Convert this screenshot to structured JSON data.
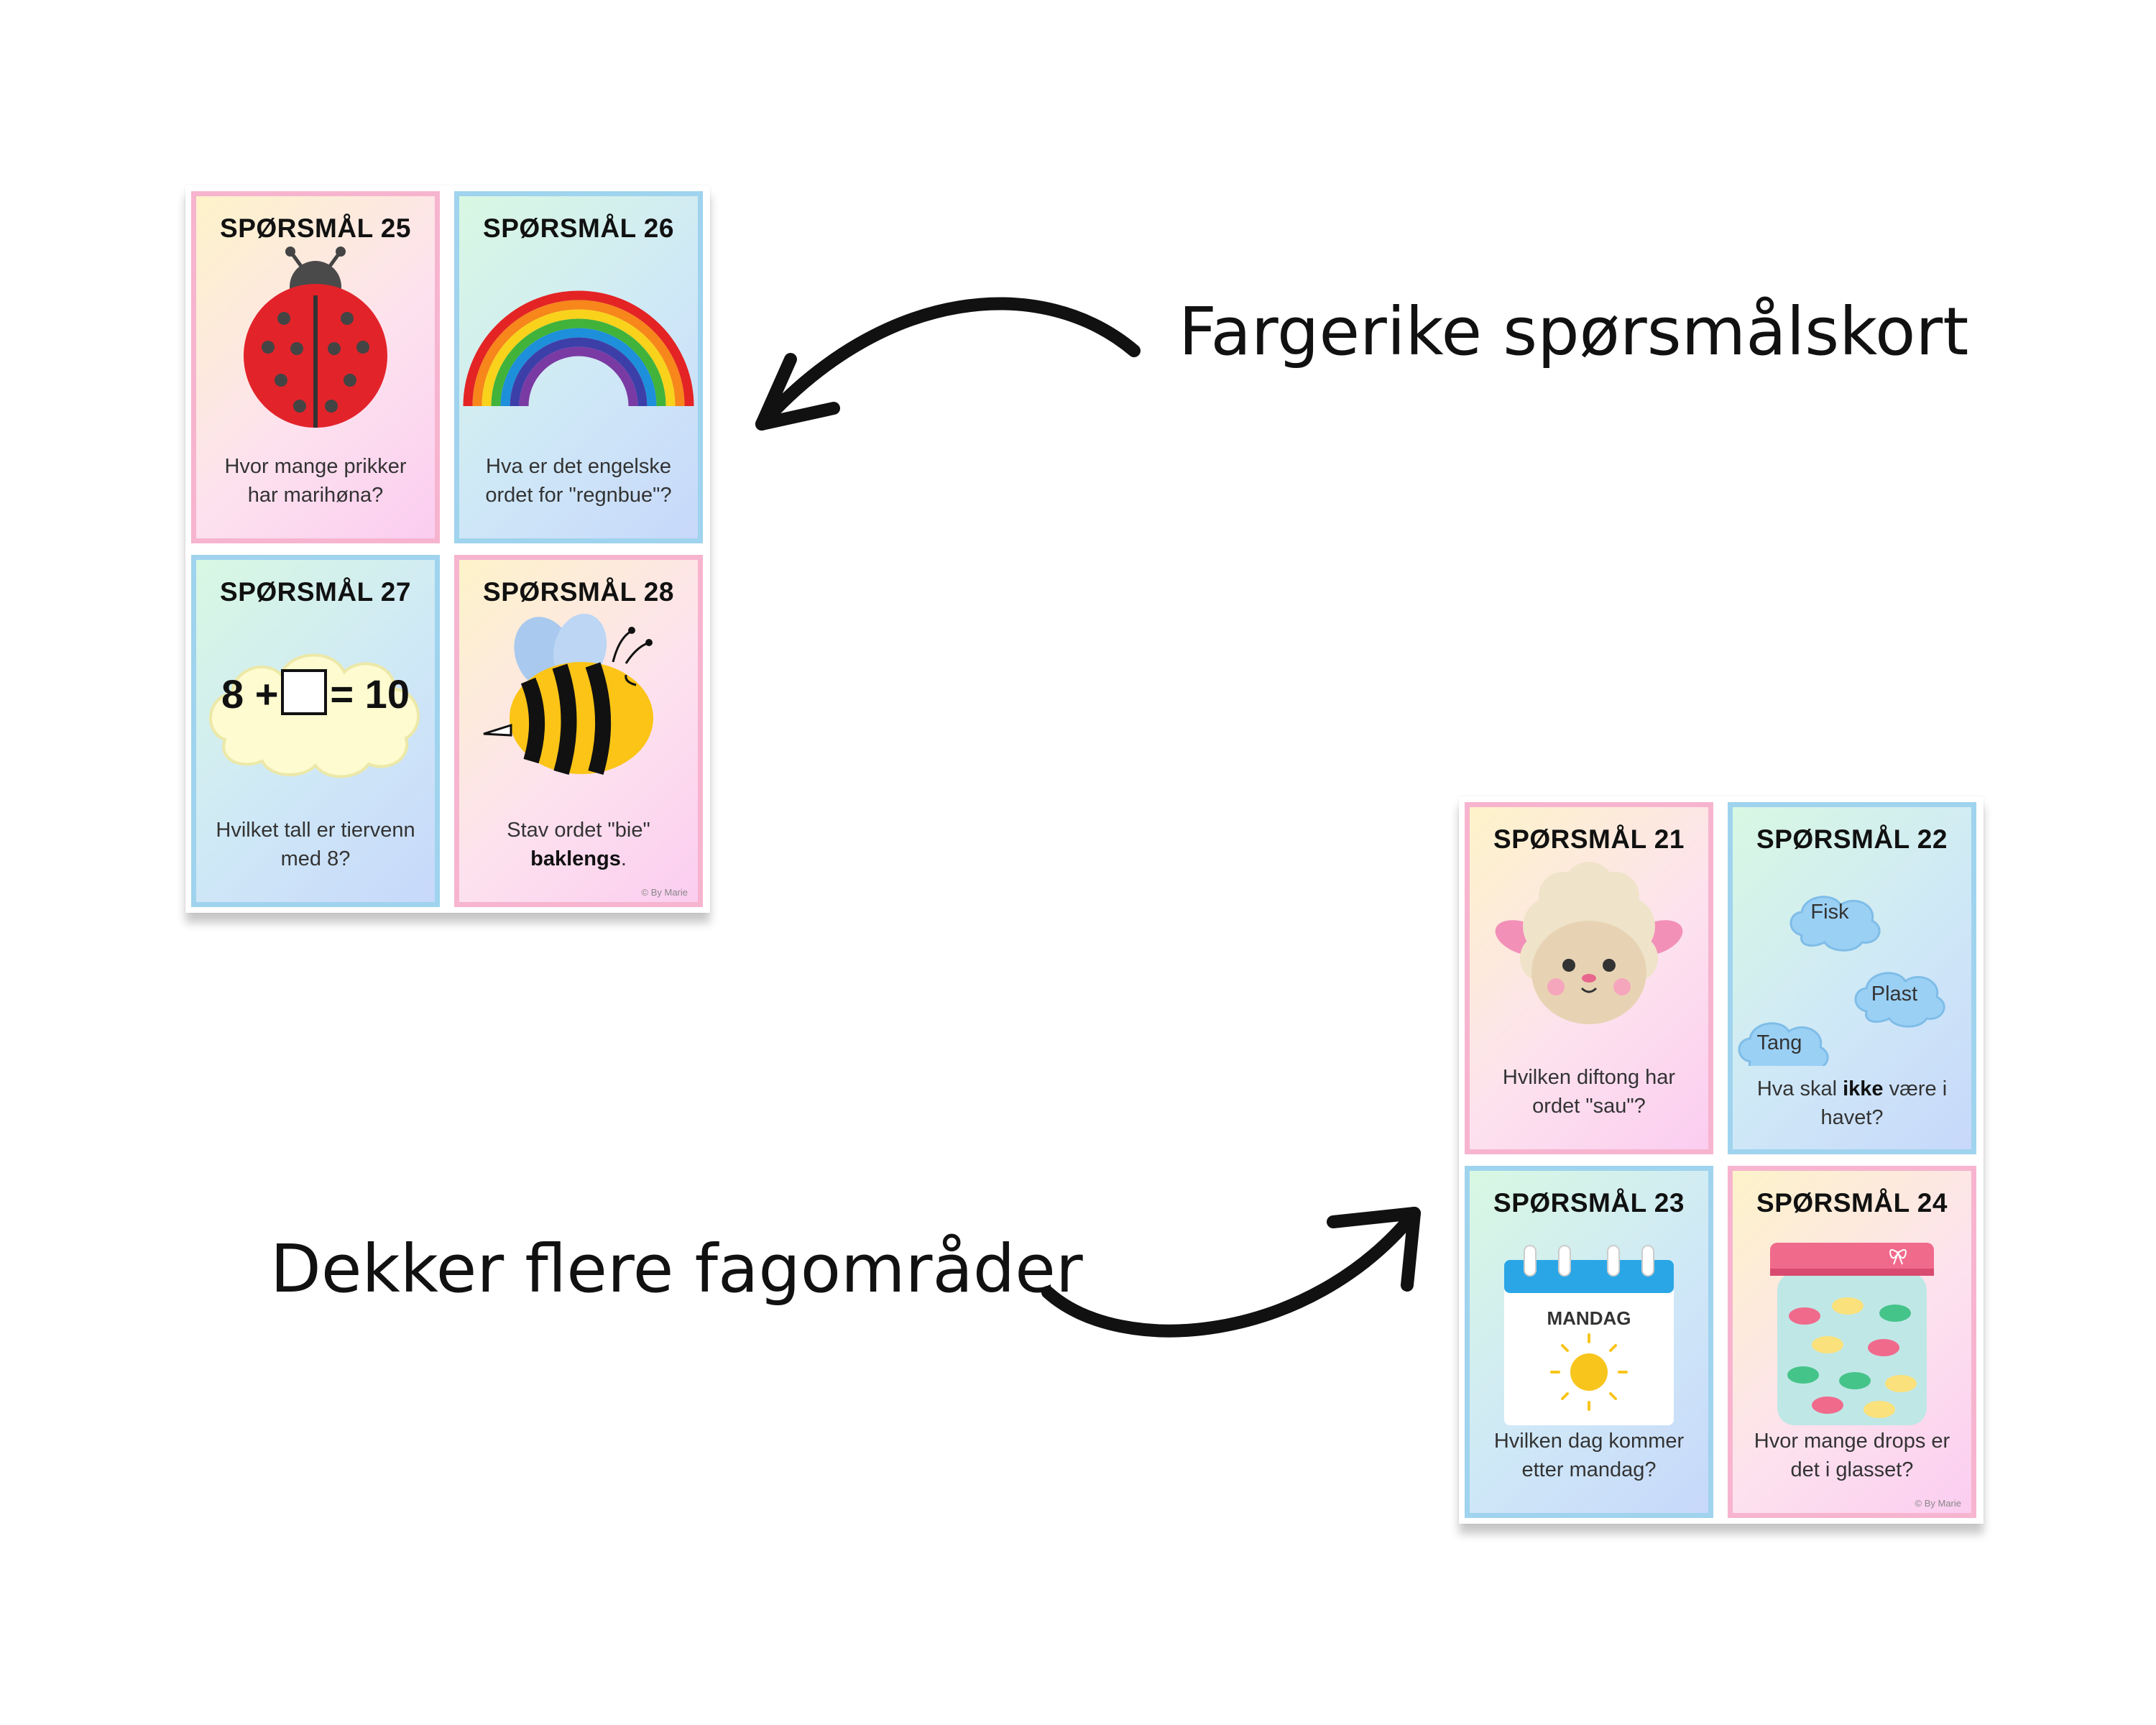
{
  "captions": {
    "top": "Fargerike spørsmålskort",
    "bottom": "Dekker flere fagområder"
  },
  "sheet_a": {
    "copyright": "© By Marie",
    "cards": [
      {
        "title": "SPØRSMÅL 25",
        "question": "Hvor mange prikker har marihøna?",
        "icon": "ladybug-icon"
      },
      {
        "title": "SPØRSMÅL 26",
        "question": "Hva er det engelske ordet for \"regnbue\"?",
        "icon": "rainbow-icon"
      },
      {
        "title": "SPØRSMÅL 27",
        "question": "Hvilket tall er tiervenn med 8?",
        "icon": "cloud-icon",
        "equation_left": "8 +",
        "equation_right": "= 10"
      },
      {
        "title": "SPØRSMÅL 28",
        "question_pre": "Stav ordet \"bie\"",
        "question_bold": "baklengs",
        "question_post": ".",
        "icon": "bee-icon"
      }
    ]
  },
  "sheet_b": {
    "copyright": "© By Marie",
    "cards": [
      {
        "title": "SPØRSMÅL 21",
        "question": "Hvilken diftong har ordet \"sau\"?",
        "icon": "sheep-icon"
      },
      {
        "title": "SPØRSMÅL 22",
        "question_pre": "Hva skal",
        "question_bold": "ikke",
        "question_post": "være i havet?",
        "icon": "cloud-icon",
        "words": [
          "Fisk",
          "Plast",
          "Tang"
        ]
      },
      {
        "title": "SPØRSMÅL 23",
        "question": "Hvilken dag kommer etter mandag?",
        "icon": "calendar-icon",
        "calendar_label": "MANDAG"
      },
      {
        "title": "SPØRSMÅL 24",
        "question": "Hvor mange drops er det i glasset?",
        "icon": "candy-jar-icon"
      }
    ]
  },
  "colors": {
    "pink_border": "#f7b4cf",
    "blue_border": "#9fd3ee",
    "arrow": "#111111"
  }
}
